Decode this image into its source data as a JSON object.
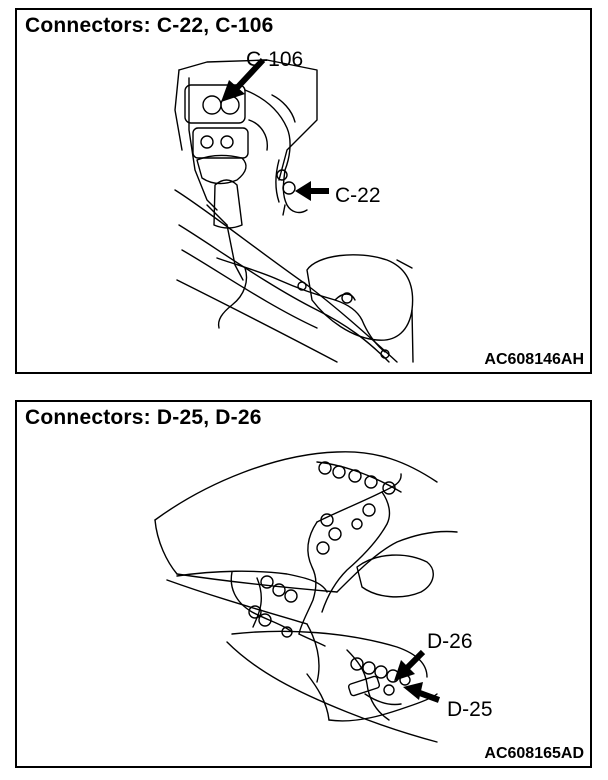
{
  "panels": [
    {
      "title": "Connectors: C-22, C-106",
      "code": "AC608146AH",
      "callouts": [
        "C-106",
        "C-22"
      ]
    },
    {
      "title": "Connectors: D-25, D-26",
      "code": "AC608165AD",
      "callouts": [
        "D-26",
        "D-25"
      ]
    }
  ]
}
